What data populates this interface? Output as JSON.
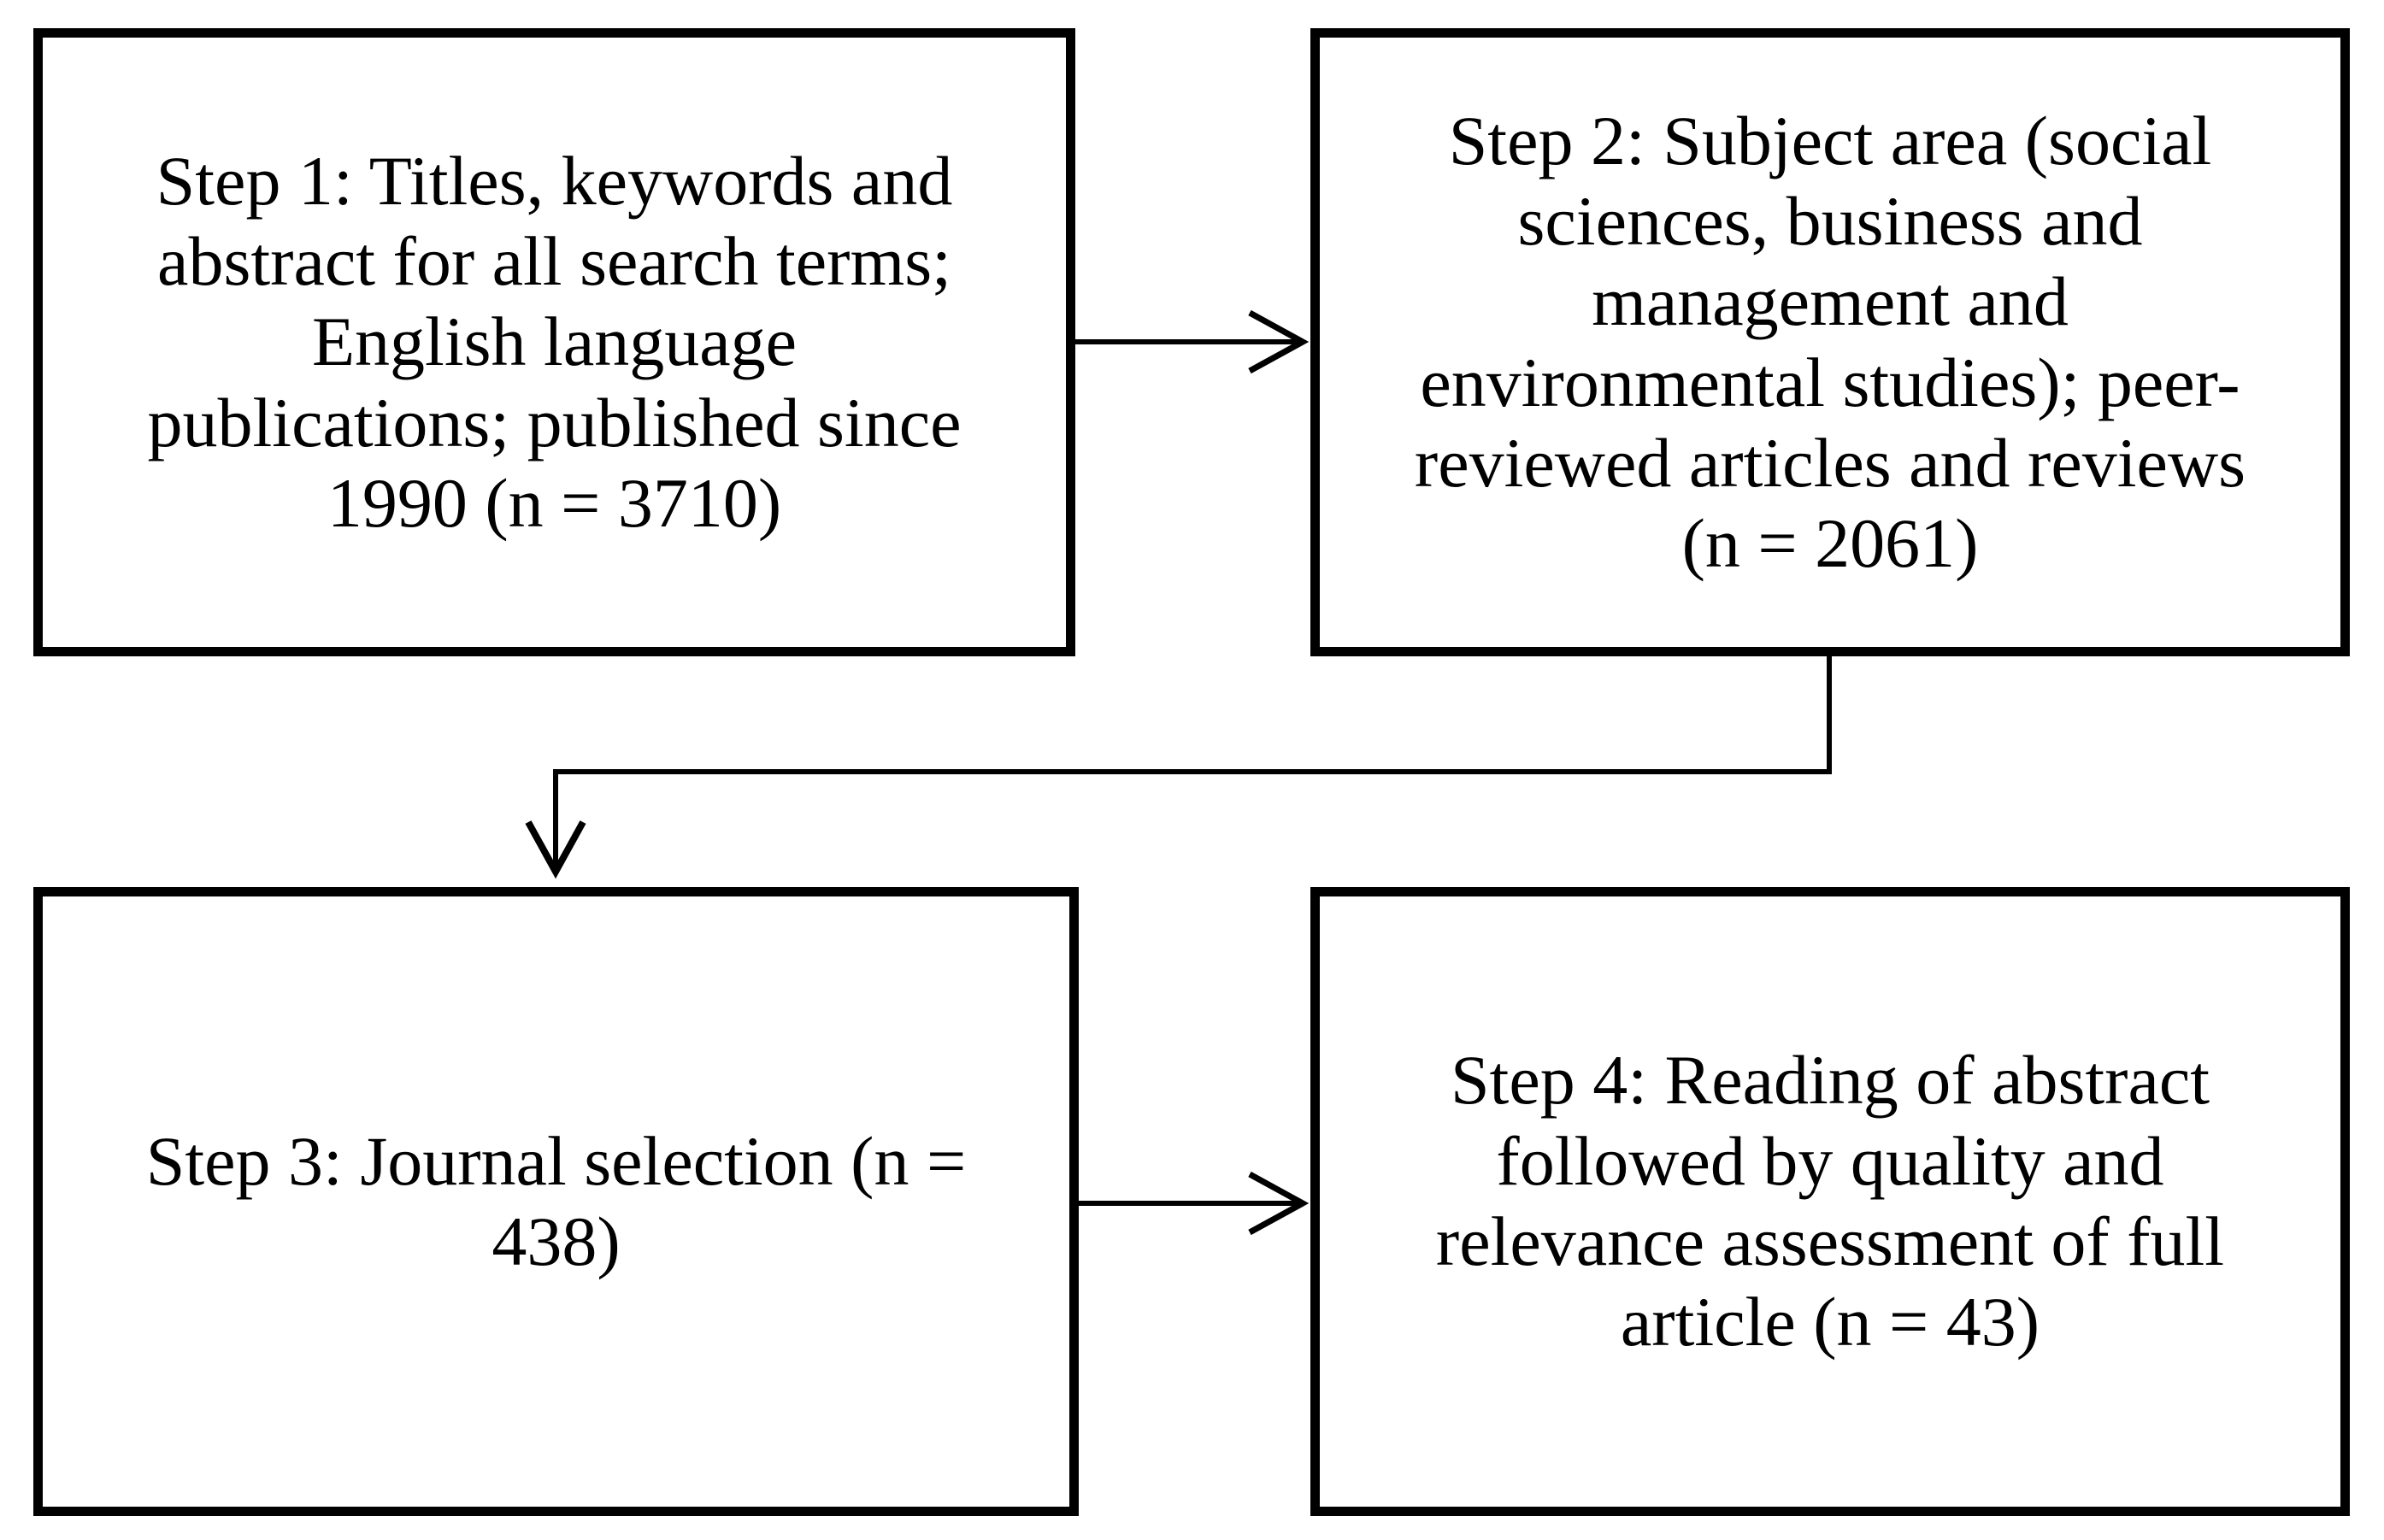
{
  "colors": {
    "ink": "#000000",
    "background": "#ffffff"
  },
  "steps": [
    {
      "id": "step-1",
      "n": 3710,
      "text": "Step 1: Titles, keywords and\nabstract for all search terms;\nEnglish language\npublications; published since\n1990 (n = 3710)"
    },
    {
      "id": "step-2",
      "n": 2061,
      "text": "Step 2: Subject area (social\nsciences, business and\nmanagement and\nenvironmental studies); peer-\nreviewed articles and reviews\n(n = 2061)"
    },
    {
      "id": "step-3",
      "n": 438,
      "text": "Step 3: Journal selection (n =\n438)"
    },
    {
      "id": "step-4",
      "n": 43,
      "text": "Step 4: Reading of abstract\nfollowed by quality and\nrelevance assessment of full\narticle (n = 43)"
    }
  ],
  "connections": [
    {
      "from": "step-1",
      "to": "step-2",
      "style": "straight-arrow-right"
    },
    {
      "from": "step-2",
      "to": "step-3",
      "style": "elbow-down-left-down-arrow"
    },
    {
      "from": "step-3",
      "to": "step-4",
      "style": "straight-arrow-right"
    }
  ]
}
